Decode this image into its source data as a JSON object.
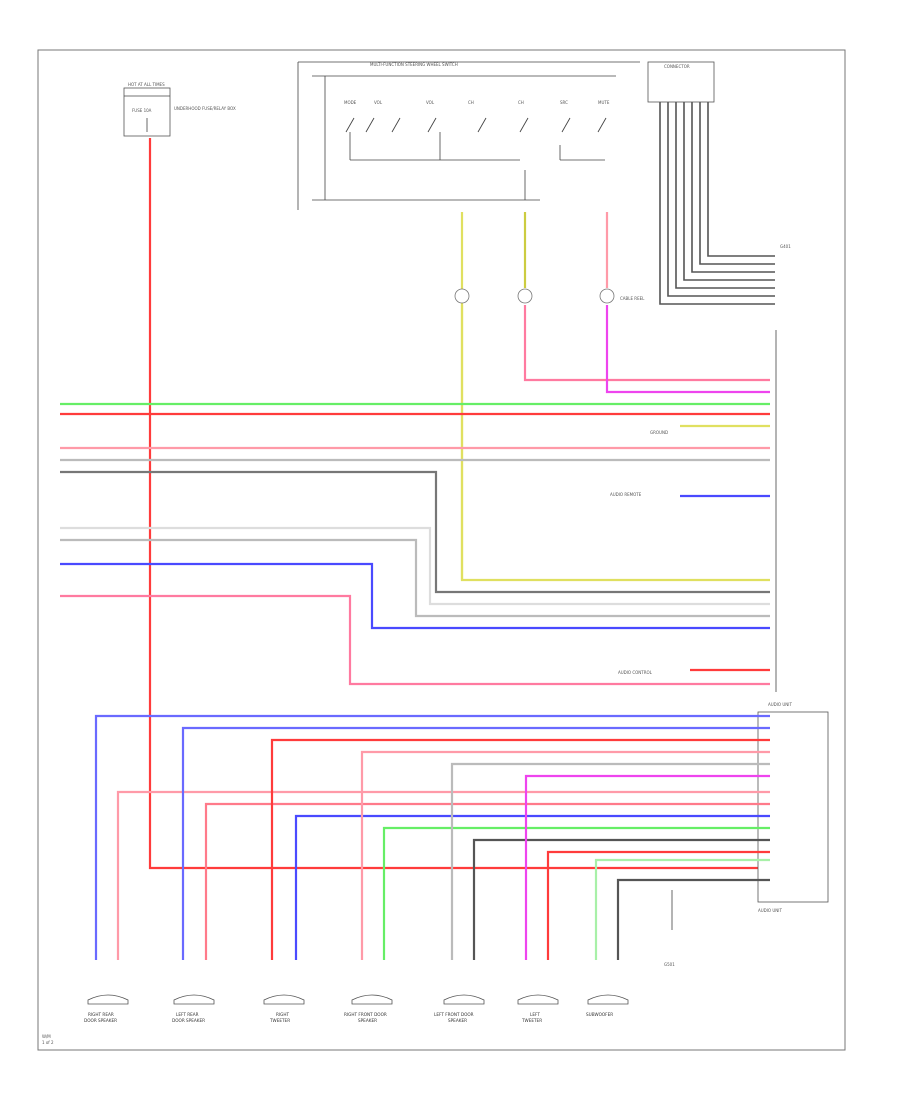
{
  "labels": {
    "hot_at_all_times": "HOT AT ALL TIMES",
    "fuse_label": "FUSE 10A",
    "fuse_desc": "UNDERHOOD FUSE/RELAY BOX",
    "switch_title": "MULTI-FUNCTION STEERING WHEEL SWITCH",
    "connector_top": "CONNECTOR",
    "spiral_label": "CABLE REEL",
    "ground_ref": "G401",
    "amp_title": "AUDIO UNIT",
    "amp_bottom": "AUDIO UNIT",
    "bottom_left_code": "W/M",
    "mid_label_1": "GROUND",
    "mid_label_2": "AUDIO REMOTE",
    "mid_label_3": "AUDIO CONTROL",
    "sub_label": "SUBWOOFER",
    "ground_text": "G501"
  },
  "switch_buttons": [
    "MODE",
    "VOL",
    "VOL",
    "CH",
    "CH",
    "SRC",
    "MUTE"
  ],
  "speakers": [
    {
      "name_1": "RIGHT REAR",
      "name_2": "DOOR SPEAKER"
    },
    {
      "name_1": "LEFT REAR",
      "name_2": "DOOR SPEAKER"
    },
    {
      "name_1": "RIGHT",
      "name_2": "TWEETER"
    },
    {
      "name_1": "RIGHT FRONT DOOR",
      "name_2": "SPEAKER"
    },
    {
      "name_1": "LEFT FRONT DOOR",
      "name_2": "SPEAKER"
    },
    {
      "name_1": "LEFT",
      "name_2": "TWEETER"
    },
    {
      "name_1": "SUBWOOFER",
      "name_2": ""
    }
  ],
  "page_number": "1 of 2",
  "colors": {
    "red": "#ff3b3b",
    "pink": "#ff9aa8",
    "green": "#66ee66",
    "blue": "#4a4aff",
    "yellow": "#e0e060",
    "magenta": "#ee44ee",
    "gray": "#bbbbbb",
    "darkgray": "#555555",
    "lightgreen": "#a8f0a8",
    "white": "#dddddd"
  }
}
